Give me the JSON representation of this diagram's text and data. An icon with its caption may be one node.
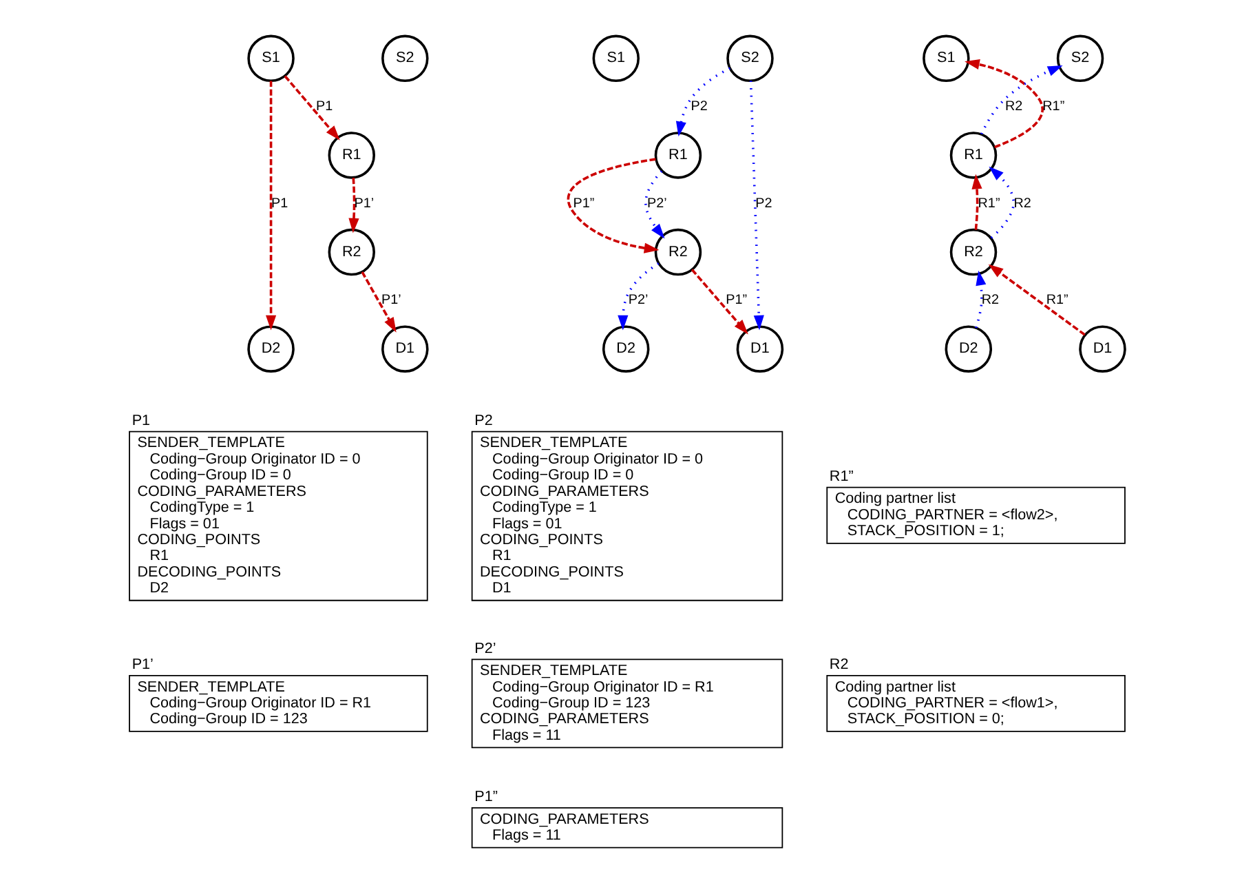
{
  "diagram": {
    "nodes": [
      {
        "text": [
          "S1"
        ]
      },
      {
        "text": [
          "S2"
        ]
      },
      {
        "text": [
          "R1"
        ]
      },
      {
        "text": [
          "R2"
        ]
      },
      {
        "text": [
          "D2"
        ]
      },
      {
        "text": [
          "D1"
        ]
      },
      {
        "text": [
          "S1"
        ]
      },
      {
        "text": [
          "S2"
        ]
      },
      {
        "text": [
          "R1"
        ]
      },
      {
        "text": [
          "R2"
        ]
      },
      {
        "text": [
          "D2"
        ]
      },
      {
        "text": [
          "D1"
        ]
      },
      {
        "text": [
          "S1"
        ]
      },
      {
        "text": [
          "S2"
        ]
      },
      {
        "text": [
          "R1"
        ]
      },
      {
        "text": [
          "R2"
        ]
      },
      {
        "text": [
          "D2"
        ]
      },
      {
        "text": [
          "D1"
        ]
      },
      {
        "text": [
          "P1",
          "SENDER_TEMPLATE",
          "Coding−Group Originator ID = 0",
          "Coding−Group ID = 0",
          "CODING_PARAMETERS",
          "CodingType = 1",
          "Flags = 01",
          "CODING_POINTS",
          "R1",
          "DECODING_POINTS",
          "D2"
        ]
      },
      {
        "text": [
          "P1’",
          "SENDER_TEMPLATE",
          "Coding−Group Originator ID = R1",
          "Coding−Group ID = 123"
        ]
      },
      {
        "text": [
          "P2",
          "SENDER_TEMPLATE",
          "Coding−Group Originator ID = 0",
          "Coding−Group ID = 0",
          "CODING_PARAMETERS",
          "CodingType = 1",
          "Flags = 01",
          "CODING_POINTS",
          "R1",
          "DECODING_POINTS",
          "D1"
        ]
      },
      {
        "text": [
          "P2’",
          "SENDER_TEMPLATE",
          "Coding−Group Originator ID = R1",
          "Coding−Group ID = 123",
          "CODING_PARAMETERS",
          "Flags = 11"
        ]
      },
      {
        "text": [
          "P1”",
          "CODING_PARAMETERS",
          "Flags = 11"
        ]
      },
      {
        "text": [
          "R1”",
          "Coding partner list",
          "CODING_PARTNER = <flow2>,",
          "STACK_POSITION = 1;"
        ]
      },
      {
        "text": [
          "R2",
          "Coding partner list",
          "CODING_PARTNER = <flow1>,",
          "STACK_POSITION = 0;"
        ]
      }
    ],
    "edges": [
      {
        "from": 0,
        "to": 4,
        "arrow": "to",
        "label": "P1",
        "style": "dashed",
        "color": "#cc0000"
      },
      {
        "from": 0,
        "to": 2,
        "arrow": "to",
        "label": "P1",
        "style": "dashed",
        "color": "#cc0000"
      },
      {
        "from": 2,
        "to": 3,
        "arrow": "to",
        "label": "P1’",
        "style": "dashed",
        "color": "#cc0000"
      },
      {
        "from": 3,
        "to": 5,
        "arrow": "to",
        "label": "P1’",
        "style": "dashed",
        "color": "#cc0000"
      },
      {
        "from": 7,
        "to": 8,
        "arrow": "to",
        "label": "P2",
        "style": "dashed",
        "color": "#0000ff"
      },
      {
        "from": 7,
        "to": 11,
        "arrow": "to",
        "label": "P2",
        "style": "dashed",
        "color": "#0000ff"
      },
      {
        "from": 8,
        "to": 9,
        "arrow": "to",
        "label": "P1”",
        "style": "dashed",
        "color": "#cc0000"
      },
      {
        "from": 8,
        "to": 9,
        "arrow": "to",
        "label": "P2’",
        "style": "dashed",
        "color": "#0000ff"
      },
      {
        "from": 9,
        "to": 10,
        "arrow": "to",
        "label": "P2’",
        "style": "dashed",
        "color": "#0000ff"
      },
      {
        "from": 9,
        "to": 11,
        "arrow": "to",
        "label": "P1”",
        "style": "dashed",
        "color": "#cc0000"
      },
      {
        "from": 14,
        "to": 12,
        "arrow": "to",
        "label": "R1”",
        "style": "dashed",
        "color": "#cc0000"
      },
      {
        "from": 14,
        "to": 13,
        "arrow": "to",
        "label": "R2",
        "style": "dashed",
        "color": "#0000ff"
      },
      {
        "from": 15,
        "to": 14,
        "arrow": "to",
        "label": "R1”",
        "style": "dashed",
        "color": "#cc0000"
      },
      {
        "from": 15,
        "to": 14,
        "arrow": "to",
        "label": "R2",
        "style": "dashed",
        "color": "#0000ff"
      },
      {
        "from": 16,
        "to": 15,
        "arrow": "to",
        "label": "R2",
        "style": "dashed",
        "color": "#0000ff"
      },
      {
        "from": 17,
        "to": 15,
        "arrow": "to",
        "label": "R1”",
        "style": "dashed",
        "color": "#cc0000"
      }
    ]
  }
}
